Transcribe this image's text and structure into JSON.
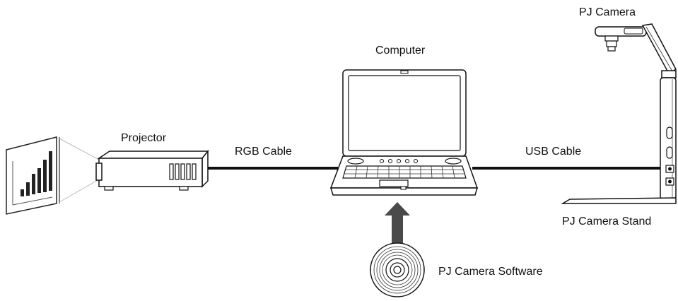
{
  "labels": {
    "pj_camera": "PJ Camera",
    "computer": "Computer",
    "projector": "Projector",
    "rgb_cable": "RGB Cable",
    "usb_cable": "USB Cable",
    "pj_camera_stand": "PJ Camera Stand",
    "pj_camera_software": "PJ Camera Software"
  },
  "colors": {
    "line": "#111111",
    "arrow": "#4a4a4a",
    "fill": "#ffffff",
    "light_gray": "#cccccc"
  },
  "icons": [
    "screen-icon",
    "projector-icon",
    "laptop-icon",
    "cd-icon",
    "camera-stand-icon",
    "arrow-up-icon"
  ]
}
